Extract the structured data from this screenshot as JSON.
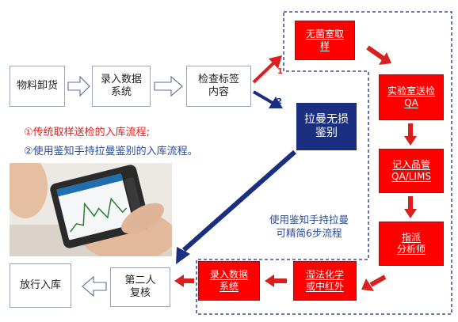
{
  "flow_top": {
    "step1": "物料卸货",
    "step2": "录入数据\n系统",
    "step3": "检查标签\n内容"
  },
  "branch_markers": [
    "1",
    "2"
  ],
  "traditional_path": {
    "sample": "无菌室取\n样",
    "send_qa": "实验室送检\nQA",
    "record_lims": "记入品管\nQA/LIMS",
    "assign_analyst": "指派\n分析师",
    "wet_chem": "湿法化学\n或中红外",
    "enter_data": "录入数据\n系统"
  },
  "raman_box": "拉曼无损\n鉴别",
  "flow_bottom": {
    "second_check": "第二人\n复核",
    "release": "放行入库"
  },
  "legend": {
    "item1": "①传统取样送检的入库流程;",
    "item2": "②使用鉴知手持拉曼鉴别的入库流程。"
  },
  "annotation": "使用鉴知手持拉曼\n可精简6步流程",
  "colors": {
    "red_fill": "#ff0000",
    "dark_blue": "#1b2f80",
    "legend_red": "#e02020",
    "legend_blue": "#2a4a9a",
    "arrow_red": "#d9201e",
    "dashed_border": "#1b2f80"
  },
  "photo_icon": "handheld-raman-device-photo"
}
